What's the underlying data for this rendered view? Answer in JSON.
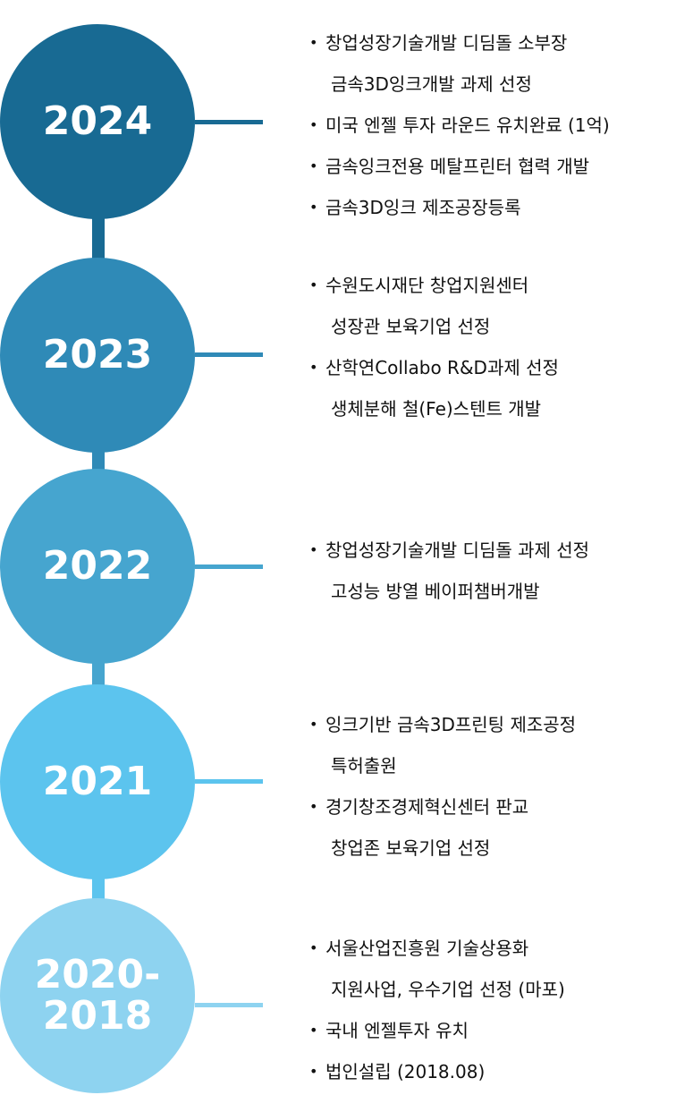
{
  "colors": {
    "c2024": "#186a93",
    "c2023": "#2f8ab7",
    "c2022": "#46a5cf",
    "c2021": "#5cc4ee",
    "c2020": "#8ed3f0"
  },
  "timeline": [
    {
      "year_lines": [
        "2024"
      ],
      "items": [
        {
          "line1": "창업성장기술개발 디딤돌 소부장",
          "line2": "금속3D잉크개발 과제 선정"
        },
        {
          "line1": "미국 엔젤 투자 라운드 유치완료 (1억)"
        },
        {
          "line1": "금속잉크전용 메탈프린터 협력 개발"
        },
        {
          "line1": "금속3D잉크 제조공장등록"
        }
      ]
    },
    {
      "year_lines": [
        "2023"
      ],
      "items": [
        {
          "line1": "수원도시재단 창업지원센터",
          "line2": "성장관 보육기업 선정"
        },
        {
          "line1": "산학연Collabo R&D과제 선정",
          "line2": "생체분해 철(Fe)스텐트 개발"
        }
      ]
    },
    {
      "year_lines": [
        "2022"
      ],
      "items": [
        {
          "line1": "창업성장기술개발 디딤돌 과제 선정",
          "line2": "고성능 방열 베이퍼챔버개발"
        }
      ]
    },
    {
      "year_lines": [
        "2021"
      ],
      "items": [
        {
          "line1": "잉크기반 금속3D프린팅 제조공정",
          "line2": "특허출원"
        },
        {
          "line1": "경기창조경제혁신센터 판교",
          "line2": "창업존 보육기업 선정"
        }
      ]
    },
    {
      "year_lines": [
        "2020-",
        "2018"
      ],
      "items": [
        {
          "line1": "서울산업진흥원 기술상용화",
          "line2": "지원사업, 우수기업 선정 (마포)"
        },
        {
          "line1": "국내 엔젤투자 유치"
        },
        {
          "line1": "법인설립 (2018.08)"
        }
      ]
    }
  ]
}
